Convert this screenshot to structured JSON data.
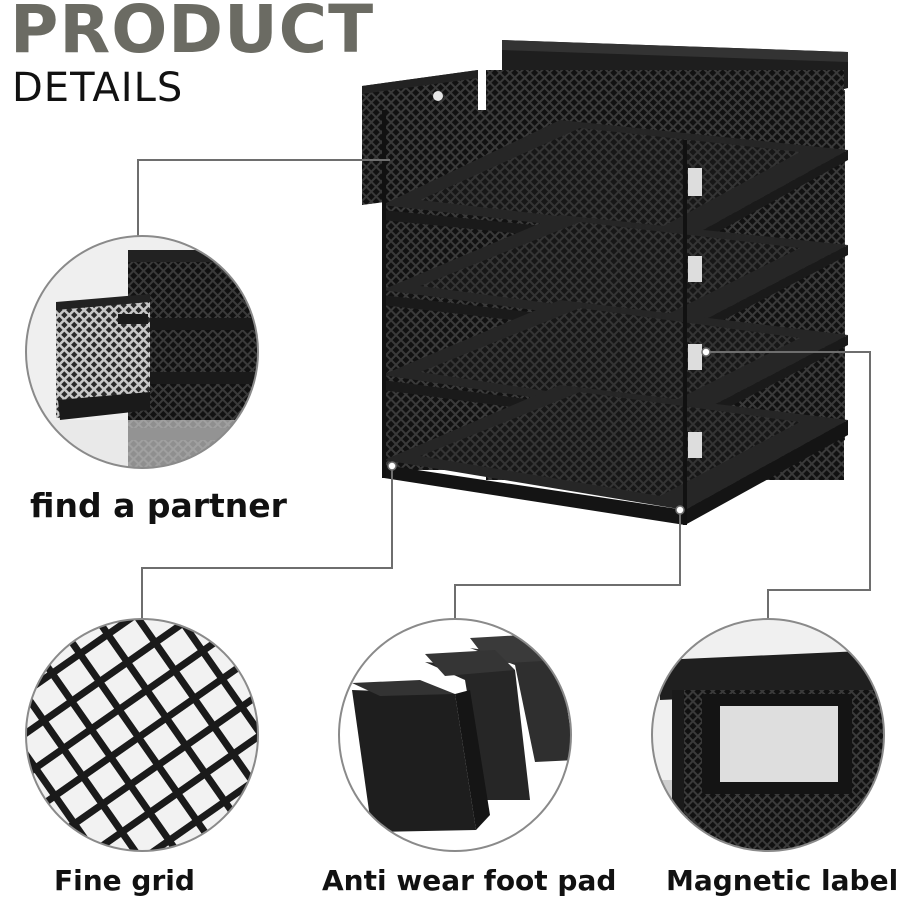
{
  "header": {
    "title_line1": "PRODUCT",
    "title_line2": "DETAILS"
  },
  "features": [
    {
      "label": "find a partner"
    },
    {
      "label": "Fine grid"
    },
    {
      "label": "Anti wear foot pad"
    },
    {
      "label": "Magnetic label"
    }
  ],
  "colors": {
    "title_accent": "#6b6b63",
    "leader_line": "#6e6e6e",
    "product_black": "#1c1c1c",
    "foam": "#2a2a2a"
  }
}
